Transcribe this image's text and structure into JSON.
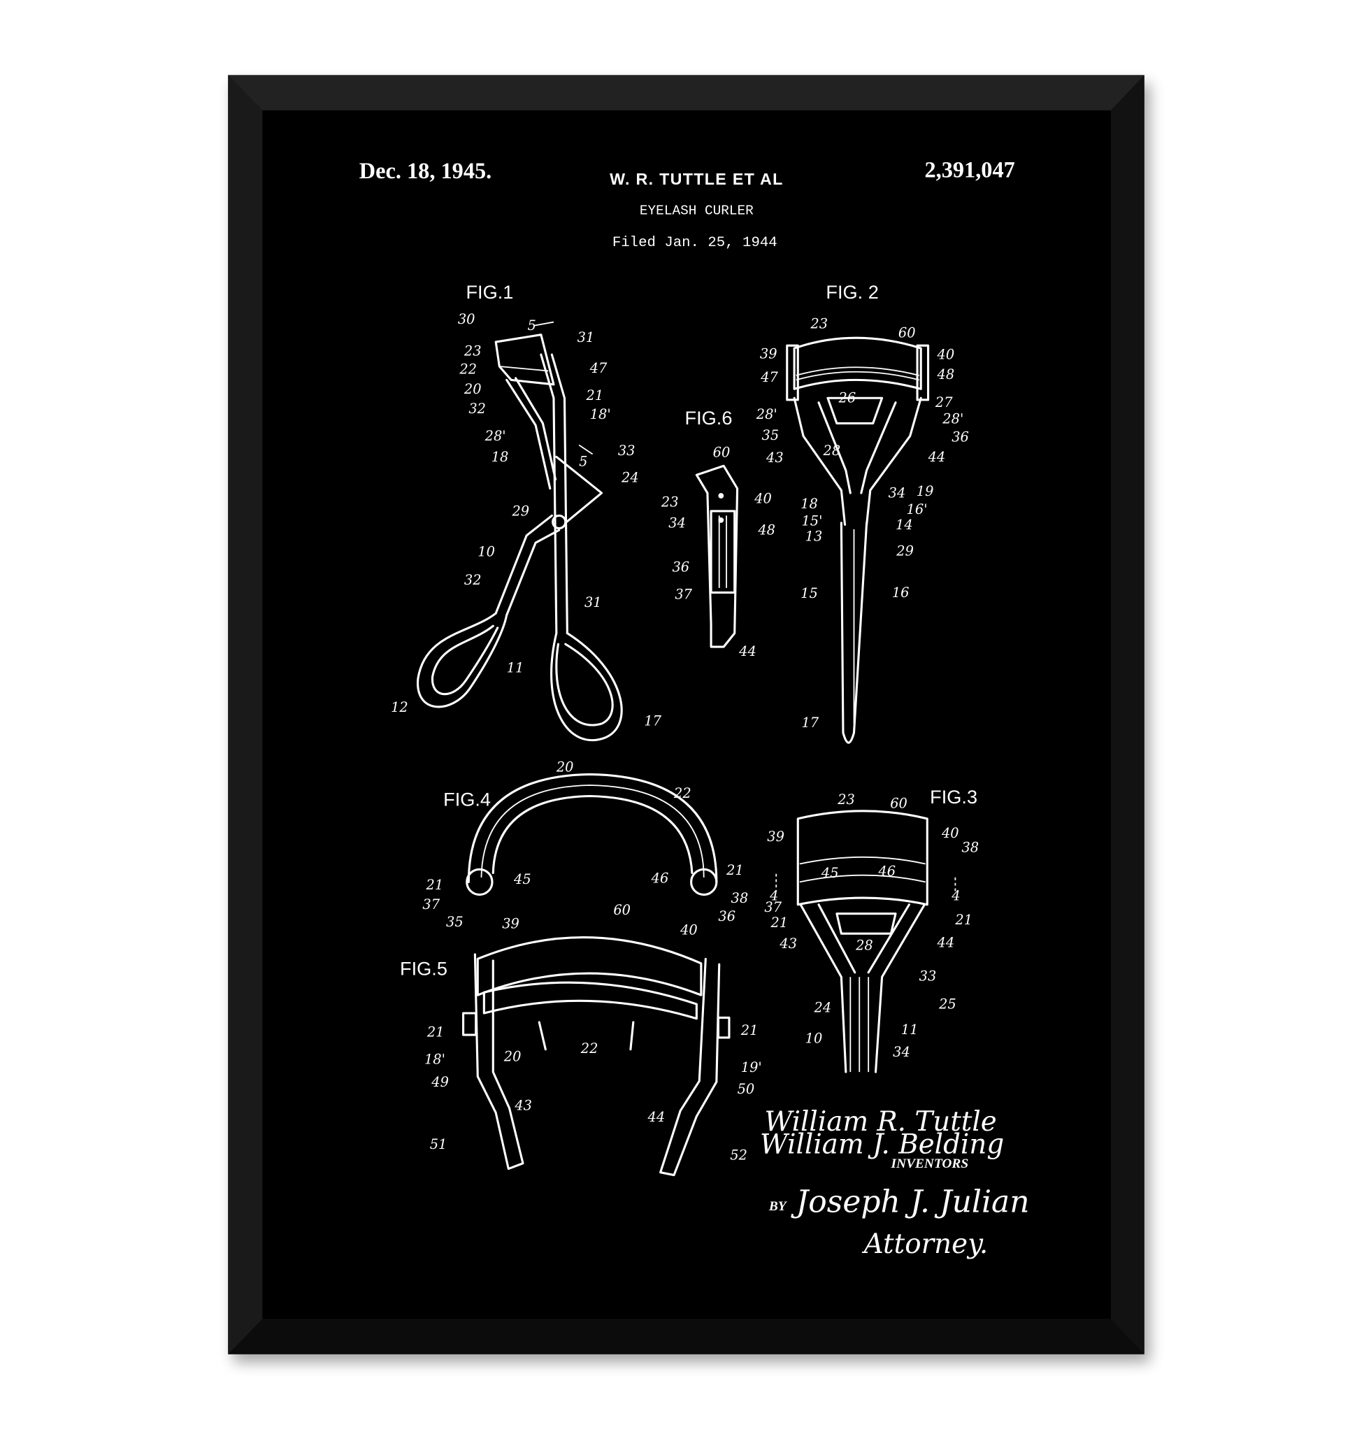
{
  "header": {
    "date": "Dec. 18, 1945.",
    "inventor": "W. R. TUTTLE ET AL",
    "title": "EYELASH CURLER",
    "filed": "Filed Jan. 25, 1944",
    "patent_number": "2,391,047"
  },
  "colors": {
    "frame": "#111111",
    "mat": "#000000",
    "line": "#ffffff",
    "wall": "#ffffff"
  },
  "figures": {
    "fig1": {
      "label": "FIG.1",
      "refs": [
        "30",
        "5",
        "31",
        "23",
        "22",
        "47",
        "20",
        "21",
        "32",
        "18'",
        "28'",
        "33",
        "18",
        "5",
        "24",
        "29",
        "10",
        "32",
        "31",
        "11",
        "12",
        "17"
      ]
    },
    "fig2": {
      "label": "FIG. 2",
      "refs": [
        "23",
        "60",
        "39",
        "40",
        "47",
        "48",
        "26",
        "27",
        "28'",
        "28'",
        "35",
        "36",
        "43",
        "44",
        "28",
        "18",
        "34",
        "19",
        "16'",
        "15'",
        "14",
        "13",
        "29",
        "15",
        "16",
        "17"
      ]
    },
    "fig6": {
      "label": "FIG.6",
      "refs": [
        "60",
        "23",
        "40",
        "34",
        "48",
        "36",
        "37",
        "44"
      ]
    },
    "fig4": {
      "label": "FIG.4",
      "refs": [
        "20",
        "22",
        "21",
        "45",
        "46",
        "21",
        "37",
        "38",
        "35",
        "36"
      ]
    },
    "fig3": {
      "label": "FIG.3",
      "refs": [
        "23",
        "60",
        "39",
        "40",
        "38",
        "45",
        "46",
        "4",
        "4",
        "37",
        "21",
        "21",
        "43",
        "44",
        "28",
        "33",
        "24",
        "25",
        "10",
        "11",
        "34"
      ]
    },
    "fig5": {
      "label": "FIG.5",
      "refs": [
        "39",
        "60",
        "40",
        "21",
        "21",
        "18'",
        "20",
        "22",
        "19'",
        "49",
        "50",
        "43",
        "44",
        "51",
        "52"
      ]
    }
  },
  "signatures": {
    "inventor1": "William R. Tuttle",
    "inventor2": "William J. Belding",
    "inventors_label": "INVENTORS",
    "by_label": "BY",
    "attorney": "Joseph J. Julian",
    "attorney_label": "Attorney."
  }
}
